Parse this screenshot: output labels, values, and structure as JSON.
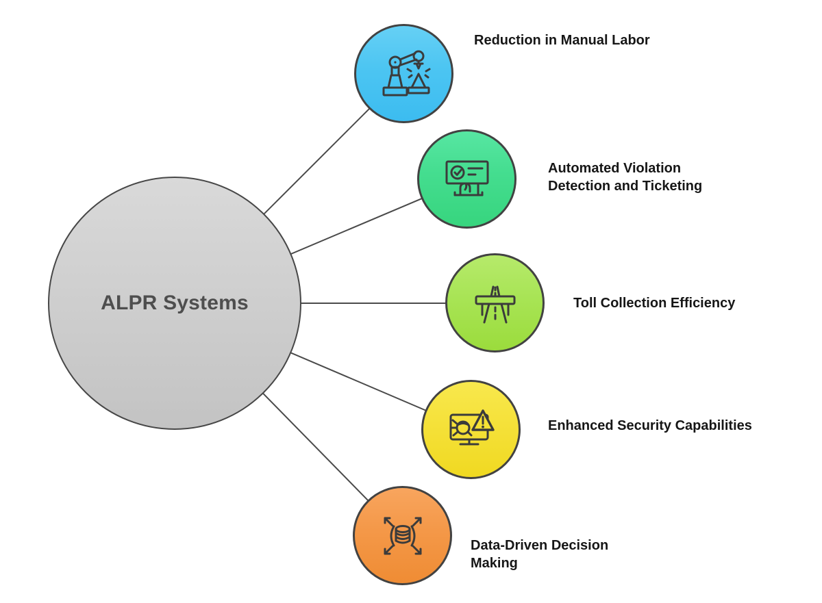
{
  "background": "#ffffff",
  "center": {
    "label": "ALPR Systems",
    "fill_top": "#d9d9d9",
    "fill_bottom": "#c3c3c3",
    "border_color": "#474747",
    "text_color": "#4e4e4e"
  },
  "connector_color": "#4a4a4a",
  "icon_stroke": "#3b3b3b",
  "label_color": "#161616",
  "nodes": [
    {
      "label": "Reduction in Manual Labor",
      "icon": "robot-arm-icon",
      "fill_top": "#66d0f5",
      "fill_bottom": "#3cbcf0"
    },
    {
      "label": "Automated Violation Detection and Ticketing",
      "icon": "ticket-check-icon",
      "fill_top": "#57e6a2",
      "fill_bottom": "#37d57e"
    },
    {
      "label": "Toll Collection Efficiency",
      "icon": "toll-road-icon",
      "fill_top": "#b6ea6b",
      "fill_bottom": "#9bdc3c"
    },
    {
      "label": "Enhanced Security Capabilities",
      "icon": "security-alert-icon",
      "fill_top": "#f8e84d",
      "fill_bottom": "#f0d921"
    },
    {
      "label": "Data-Driven Decision Making",
      "icon": "data-distribution-icon",
      "fill_top": "#f8a55e",
      "fill_bottom": "#ef8c34"
    }
  ]
}
